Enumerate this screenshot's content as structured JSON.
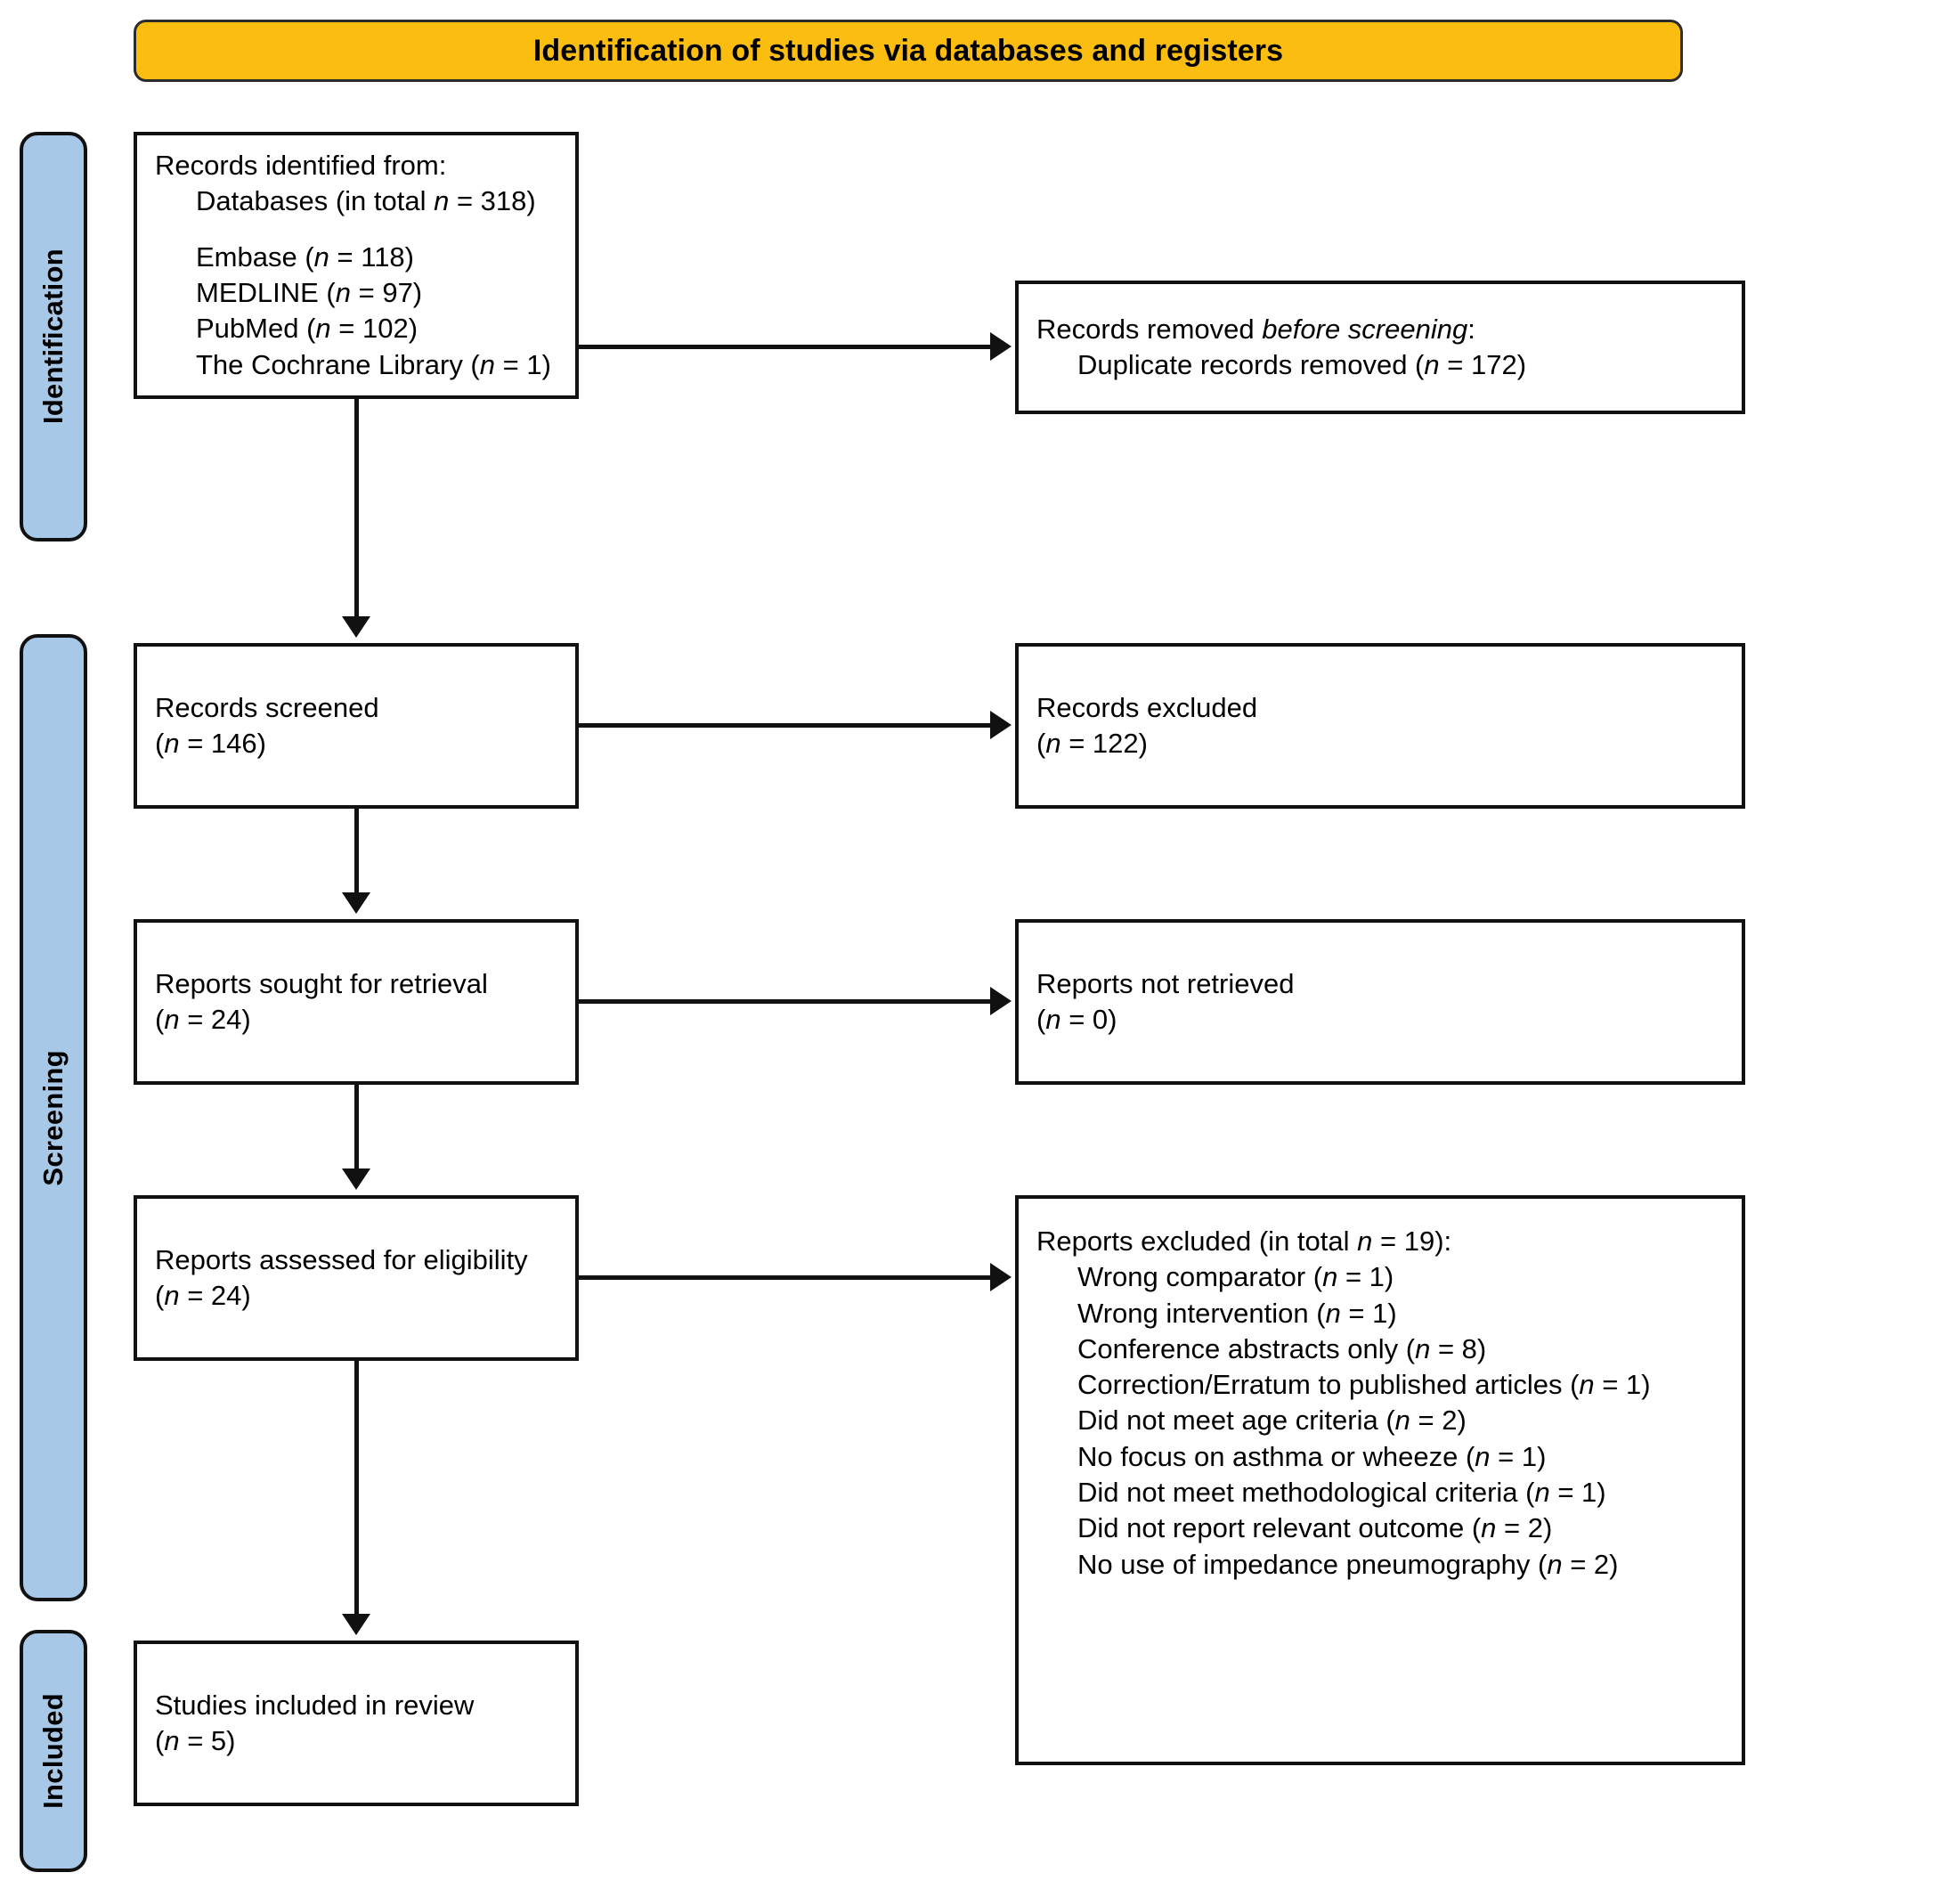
{
  "header": {
    "title": "Identification of studies via databases and registers",
    "background_color": "#FABD10",
    "border_color": "#2b2b2b"
  },
  "phases": {
    "accent_color": "#A8C8E8",
    "identification": "Identification",
    "screening": "Screening",
    "included": "Included"
  },
  "boxes": {
    "identified": {
      "heading": "Records identified from:",
      "total_line": "Databases (in total ",
      "total_n": "n",
      "total_value": " = 318)",
      "sources": [
        {
          "label": "Embase (",
          "italic_n": "n",
          "value": " = 118)"
        },
        {
          "label": "MEDLINE (",
          "italic_n": "n",
          "value": " = 97)"
        },
        {
          "label": "PubMed (",
          "italic_n": "n",
          "value": " = 102)"
        },
        {
          "label": "The Cochrane Library (",
          "italic_n": "n",
          "value": " = 1)"
        }
      ]
    },
    "removed": {
      "line1_pre": "Records removed ",
      "line1_italic": "before screening",
      "line1_post": ":",
      "line2_pre": "Duplicate records removed (",
      "line2_n": "n",
      "line2_post": " = 172)"
    },
    "screened": {
      "title": "Records screened",
      "count_pre": "(",
      "count_n": "n",
      "count_post": " = 146)"
    },
    "records_excluded": {
      "title": "Records excluded",
      "count_pre": "(",
      "count_n": "n",
      "count_post": " = 122)"
    },
    "sought": {
      "title": "Reports sought for retrieval",
      "count_pre": "(",
      "count_n": "n",
      "count_post": " = 24)"
    },
    "not_retrieved": {
      "title": "Reports not retrieved",
      "count_pre": "(",
      "count_n": "n",
      "count_post": " = 0)"
    },
    "assessed": {
      "title": "Reports assessed for eligibility",
      "count_pre": "(",
      "count_n": "n",
      "count_post": " = 24)"
    },
    "reports_excluded": {
      "heading_pre": "Reports excluded (in total ",
      "heading_n": "n",
      "heading_post": " = 19):",
      "reasons": [
        {
          "label": "Wrong comparator (",
          "italic_n": "n",
          "value": " = 1)"
        },
        {
          "label": "Wrong intervention (",
          "italic_n": "n",
          "value": " = 1)"
        },
        {
          "label": "Conference abstracts only (",
          "italic_n": "n",
          "value": " = 8)"
        },
        {
          "label": "Correction/Erratum to published articles (",
          "italic_n": "n",
          "value": " = 1)"
        },
        {
          "label": "Did not meet age criteria (",
          "italic_n": "n",
          "value": " = 2)"
        },
        {
          "label": "No focus on asthma or wheeze (",
          "italic_n": "n",
          "value": " = 1)"
        },
        {
          "label": "Did not meet methodological criteria (",
          "italic_n": "n",
          "value": " = 1)"
        },
        {
          "label": "Did not report relevant outcome (",
          "italic_n": "n",
          "value": " = 2)"
        },
        {
          "label": "No use of impedance pneumography (",
          "italic_n": "n",
          "value": " = 2)"
        }
      ]
    },
    "included": {
      "title": "Studies included in review",
      "count_pre": "(",
      "count_n": "n",
      "count_post": " = 5)"
    }
  }
}
